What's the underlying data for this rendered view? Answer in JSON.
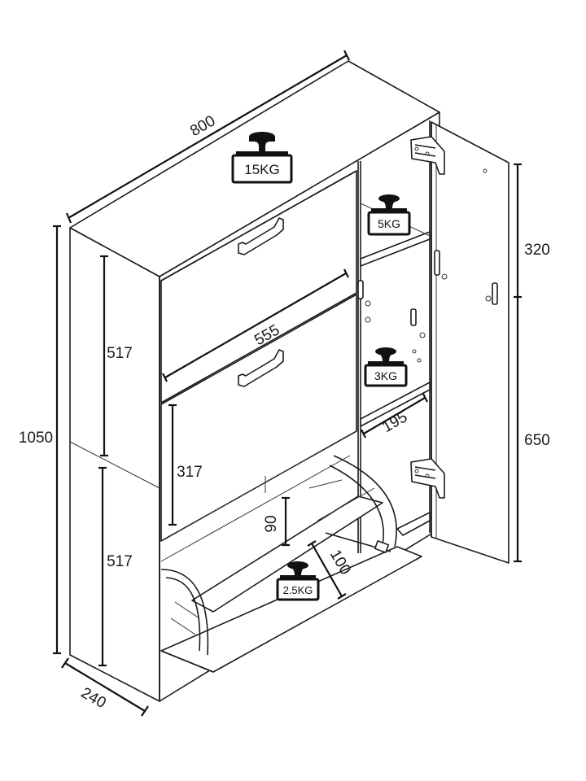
{
  "dimensions": {
    "width_top": "800",
    "height_total": "1050",
    "depth": "240",
    "flap_width": "555",
    "upper_section": "517",
    "lower_section": "517",
    "drawer_height": "317",
    "door_upper": "320",
    "door_lower": "650",
    "shelf_depth": "195",
    "rack_height": "90",
    "rack_depth": "100"
  },
  "weights": {
    "top": "15KG",
    "shelf_upper": "5KG",
    "shelf_middle": "3KG",
    "flap": "2.5KG"
  },
  "colors": {
    "line": "#1c1c1c",
    "weight_fill": "#111111",
    "background": "#ffffff"
  }
}
